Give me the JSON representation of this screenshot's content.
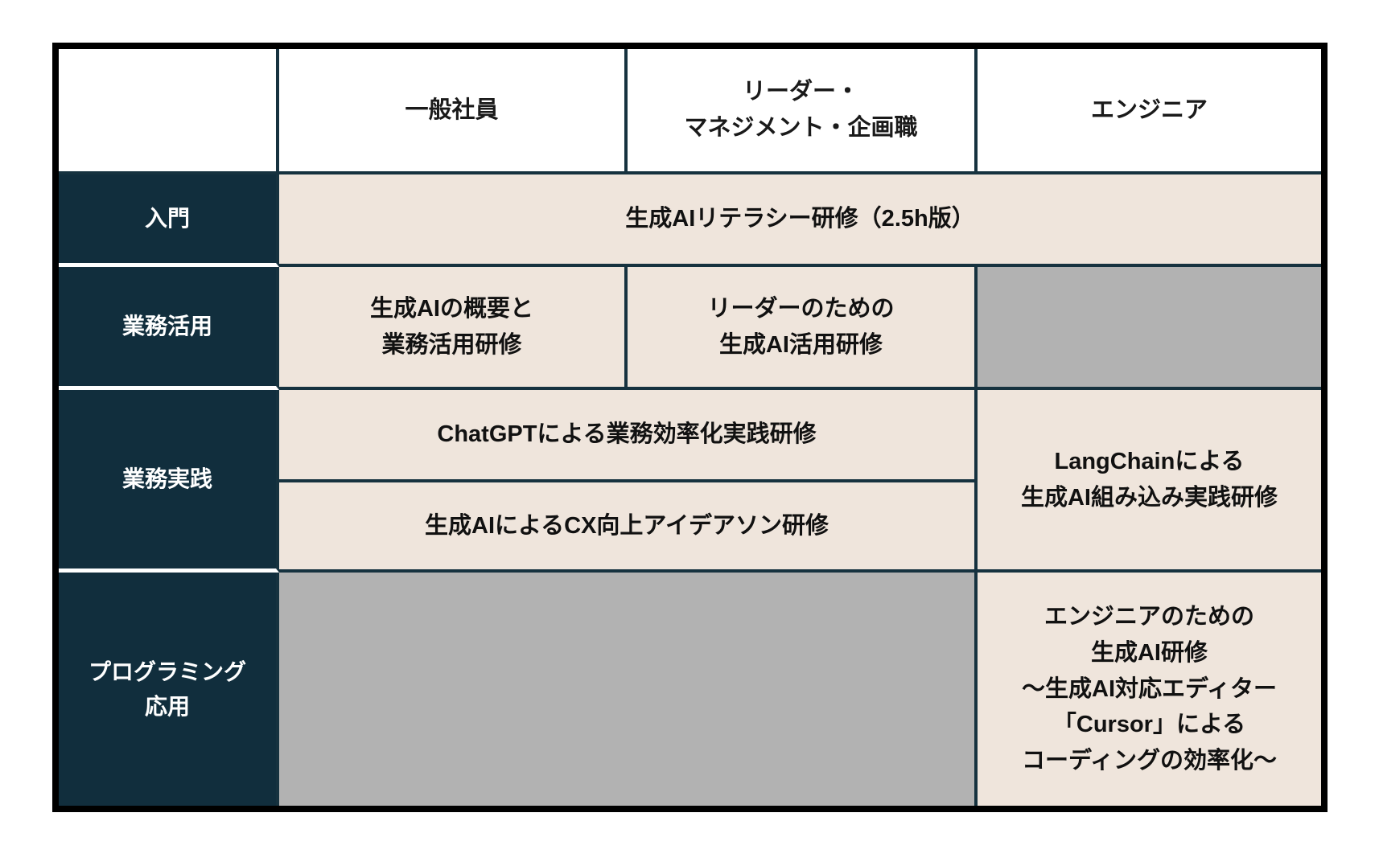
{
  "table": {
    "title_semantic": "generative-ai-training-course-matrix",
    "column_headers": [
      "一般社員",
      "リーダー・\nマネジメント・企画職",
      "エンジニア"
    ],
    "row_headers": [
      "入門",
      "業務活用",
      "業務実践",
      "プログラミング\n応用"
    ],
    "cells": {
      "intro_all_roles": "生成AIリテラシー研修（2.5h版）",
      "biz_use_general": "生成AIの概要と\n業務活用研修",
      "biz_use_leader": "リーダーのための\n生成AI活用研修",
      "biz_practice_chatgpt": "ChatGPTによる業務効率化実践研修",
      "biz_practice_cx_ideathon": "生成AIによるCX向上アイデアソン研修",
      "biz_practice_langchain": "LangChainによる\n生成AI組み込み実践研修",
      "programming_engineer": "エンジニアのための\n生成AI研修\n～生成AI対応エディター\n「Cursor」による\nコーディングの効率化～"
    }
  },
  "colors": {
    "row_header_bg": "#112e3d",
    "course_cell_bg": "#efe5dc",
    "empty_cell_bg": "#b2b2b2",
    "inner_border": "#16323f",
    "outer_border": "#000000",
    "row_header_separator": "#ffffff"
  }
}
